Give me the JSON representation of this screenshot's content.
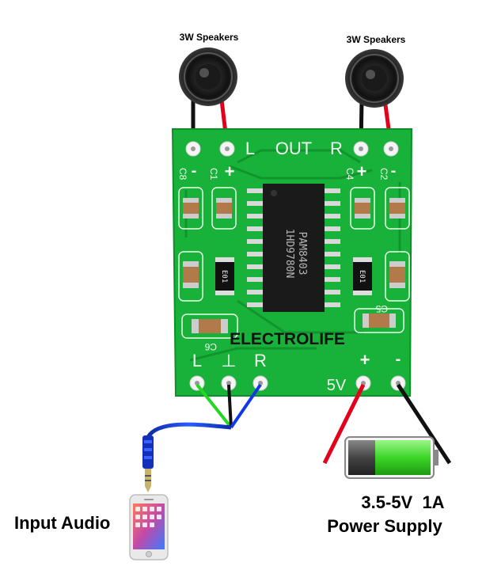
{
  "speakers": {
    "left_label": "3W Speakers",
    "right_label": "3W Speakers"
  },
  "board": {
    "out_l": "L",
    "out_label": "OUT",
    "out_r": "R",
    "minus_left": "-",
    "plus_left": "+",
    "plus_right": "+",
    "minus_right": "-",
    "cap_c8": "C8",
    "cap_c1": "C1",
    "cap_c2": "C2",
    "cap_c4": "C4",
    "cap_c5": "C5",
    "cap_c6": "C6",
    "chip_line1": "PAM8403",
    "chip_line2": "1HD9780N",
    "inductor_left": "E01",
    "inductor_right": "E01",
    "brand": "ELECTROLIFE",
    "in_l": "L",
    "in_gnd": "⊥",
    "in_r": "R",
    "pwr_plus": "+",
    "pwr_minus": "-",
    "pwr_5v": "5V"
  },
  "supply": {
    "voltage": "3.5-5V  1A",
    "title": "Power Supply"
  },
  "input": {
    "label": "Input Audio"
  },
  "colors": {
    "pcb": "#18b13a",
    "pcb_dark": "#0f8f2a",
    "wire_red": "#e3001b",
    "wire_black": "#111111",
    "wire_green": "#22d822",
    "wire_blue": "#1238e6",
    "battery_green": "#3cd626"
  }
}
